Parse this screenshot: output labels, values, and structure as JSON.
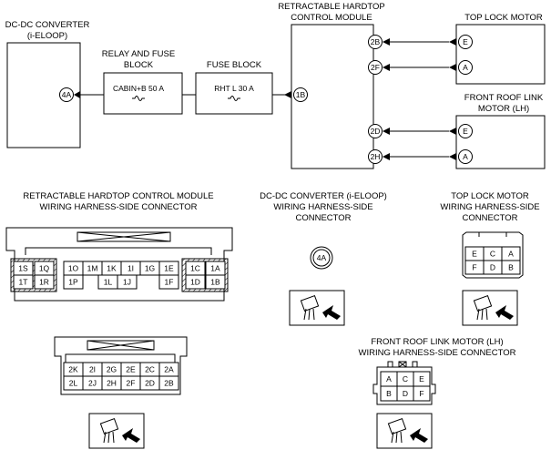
{
  "wiring": {
    "dcdc": {
      "line1": "DC-DC CONVERTER",
      "line2": "(i-ELOOP)",
      "pin": "4A"
    },
    "relay_block": {
      "line1": "RELAY AND FUSE",
      "line2": "BLOCK",
      "fuse": "CABIN+B 50 A"
    },
    "fuse_block": {
      "title": "FUSE BLOCK",
      "fuse": "RHT L 30 A"
    },
    "rhcm": {
      "line1": "RETRACTABLE HARDTOP",
      "line2": "CONTROL MODULE",
      "pins": [
        "1B",
        "2B",
        "2F",
        "2D",
        "2H"
      ]
    },
    "top_lock": {
      "title": "TOP LOCK MOTOR",
      "pins": [
        "E",
        "A"
      ]
    },
    "front_roof": {
      "line1": "FRONT ROOF LINK",
      "line2": "MOTOR (LH)",
      "pins": [
        "E",
        "A"
      ]
    }
  },
  "connectors": {
    "rhcm_conn": {
      "line1": "RETRACTABLE HARDTOP CONTROL MODULE",
      "line2": "WIRING HARNESS-SIDE CONNECTOR",
      "top_row": [
        "1S",
        "1Q",
        "1O",
        "1M",
        "1K",
        "1I",
        "1G",
        "1E",
        "1C",
        "1A"
      ],
      "bottom_row": [
        "1T",
        "1R",
        "1P",
        "1L",
        "1J",
        "1F",
        "1D",
        "1B"
      ],
      "row2_top": [
        "2K",
        "2I",
        "2G",
        "2E",
        "2C",
        "2A"
      ],
      "row2_bottom": [
        "2L",
        "2J",
        "2H",
        "2F",
        "2D",
        "2B"
      ]
    },
    "dcdc_conn": {
      "line1": "DC-DC CONVERTER (i-ELOOP)",
      "line2": "WIRING HARNESS-SIDE",
      "line3": "CONNECTOR",
      "pin": "4A"
    },
    "toplock_conn": {
      "line1": "TOP LOCK MOTOR",
      "line2": "WIRING HARNESS-SIDE",
      "line3": "CONNECTOR",
      "row1": [
        "E",
        "C",
        "A"
      ],
      "row2": [
        "F",
        "D",
        "B"
      ]
    },
    "frontroof_conn": {
      "line1": "FRONT ROOF LINK MOTOR (LH)",
      "line2": "WIRING HARNESS-SIDE CONNECTOR",
      "row1": [
        "A",
        "C",
        "E"
      ],
      "row2": [
        "B",
        "D",
        "F"
      ]
    }
  }
}
